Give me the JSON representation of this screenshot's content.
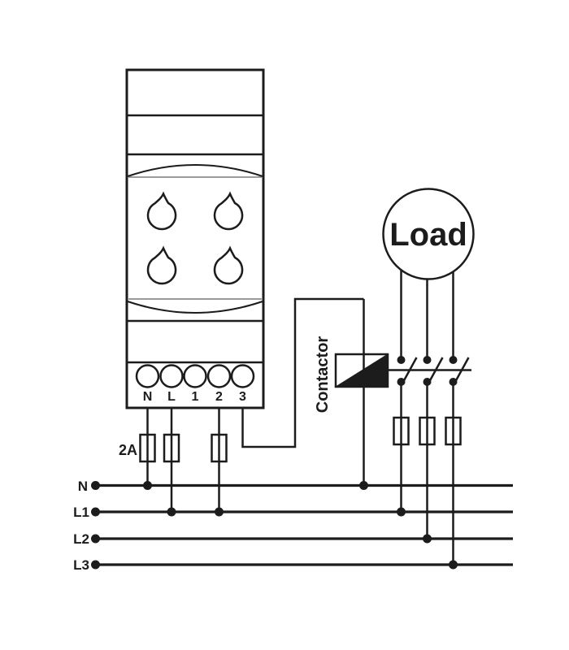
{
  "device": {
    "terminal_labels": [
      "N",
      "L",
      "1",
      "2",
      "3"
    ],
    "knob_count": 4
  },
  "fuse": {
    "rating_label": "2A"
  },
  "contactor": {
    "label": "Contactor"
  },
  "load": {
    "label": "Load"
  },
  "buses": {
    "n": "N",
    "l1": "L1",
    "l2": "L2",
    "l3": "L3"
  },
  "colors": {
    "ink": "#1c1c1c",
    "gray_line": "#9b9b9b",
    "background": "#ffffff"
  }
}
